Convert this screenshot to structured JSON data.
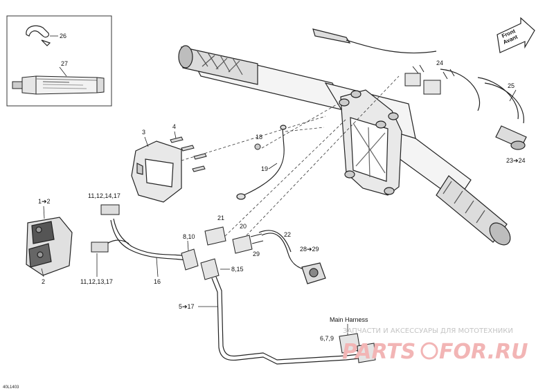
{
  "direction_badge": {
    "line1": "Front",
    "line2": "Avant"
  },
  "callouts": {
    "c26": "26",
    "c27": "27",
    "c3": "3",
    "c4": "4",
    "c18": "18",
    "c19": "19",
    "c24": "24",
    "c25": "25",
    "c23_24": "23➔24",
    "c1_2": "1➔2",
    "c2": "2",
    "c11_12_14_17": "11,12,14,17",
    "c11_12_13_17": "11,12,13,17",
    "c16": "16",
    "c21": "21",
    "c20": "20",
    "c22": "22",
    "c29": "29",
    "c28_29": "28➔29",
    "c8_10": "8,10",
    "c8_15": "8,15",
    "c5_17": "5➔17",
    "c6_7_9": "6,7,9"
  },
  "main_harness_label": "Main Harness",
  "watermark": {
    "tagline": "ЗАПЧАСТИ И АКСЕССУАРЫ ДЛЯ МОТОТЕХНИКИ",
    "logo_left": "PARTS",
    "logo_right": "FOR.RU"
  },
  "figure_code": "40L1403"
}
